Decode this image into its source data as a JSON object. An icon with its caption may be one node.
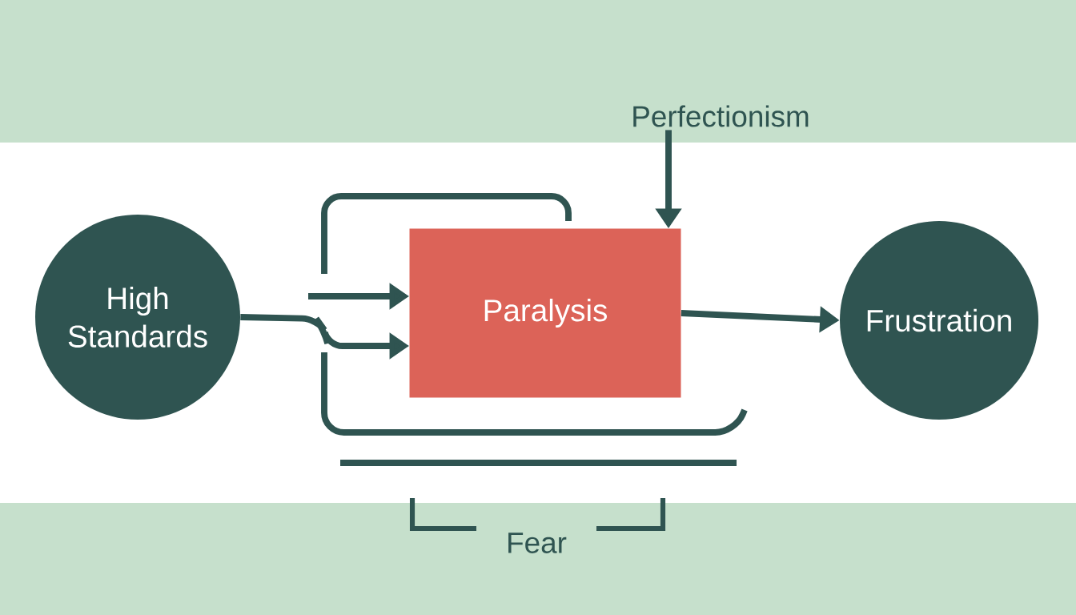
{
  "diagram": {
    "nodes": [
      {
        "text": [
          "Perfectionism"
        ]
      },
      {
        "text": [
          "High Standards"
        ]
      },
      {
        "text": [
          "Paralysis"
        ]
      },
      {
        "text": [
          "Frustration"
        ]
      }
    ],
    "edges": [
      {
        "from": 1,
        "to": 2,
        "arrow": "to"
      },
      {
        "from": null,
        "to": 2,
        "arrow": "to"
      },
      {
        "from": 0,
        "to": 2,
        "arrow": "to"
      },
      {
        "from": 2,
        "to": 3,
        "arrow": "to"
      }
    ],
    "labels": [
      "Fear"
    ]
  }
}
